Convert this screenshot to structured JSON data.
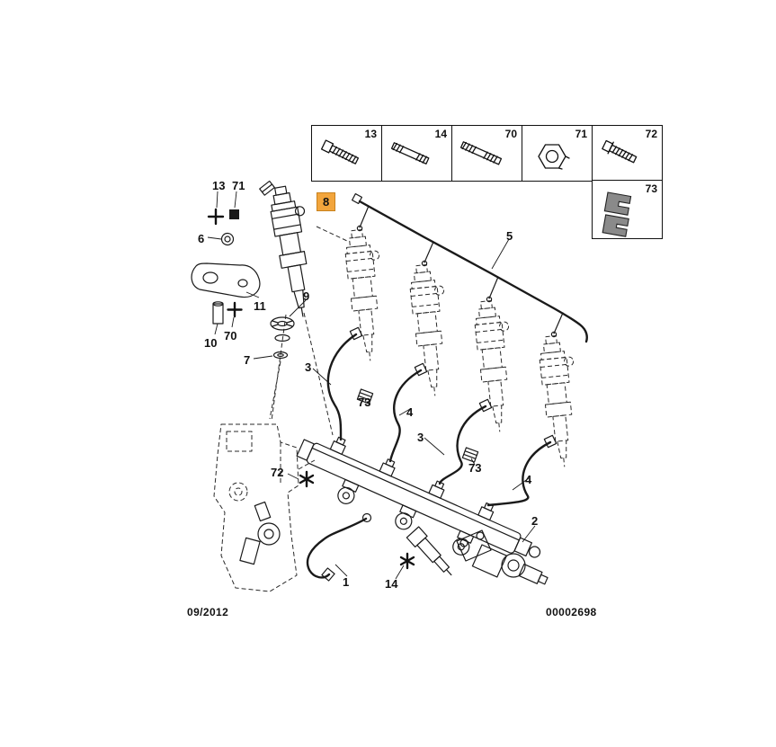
{
  "colors": {
    "ink": "#1a1a1a",
    "highlight": "#f2a53c",
    "background": "#ffffff"
  },
  "legend": {
    "items": [
      {
        "num": "13",
        "icon": "bolt-icon"
      },
      {
        "num": "14",
        "icon": "stud-icon"
      },
      {
        "num": "70",
        "icon": "long-stud-icon"
      },
      {
        "num": "71",
        "icon": "nut-icon"
      },
      {
        "num": "72",
        "icon": "flange-bolt-icon"
      },
      {
        "num": "73",
        "icon": "clip-icon"
      }
    ]
  },
  "callouts": {
    "c13": "13",
    "c71": "71",
    "c6": "6",
    "c8": "8",
    "c11": "11",
    "c9": "9",
    "c10": "10",
    "c70": "70",
    "c7": "7",
    "c5": "5",
    "c3a": "3",
    "c73a": "73",
    "c4a": "4",
    "c3b": "3",
    "c73b": "73",
    "c4b": "4",
    "c72": "72",
    "c1": "1",
    "c14": "14",
    "c2": "2"
  },
  "footer": {
    "date": "09/2012",
    "drawing_number": "00002698"
  }
}
